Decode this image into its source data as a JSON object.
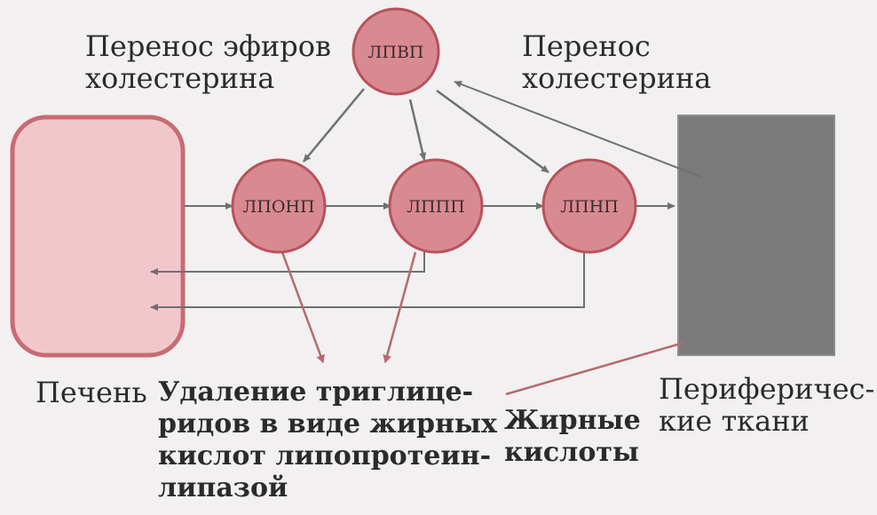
{
  "colors": {
    "liver_fill": "#f2c7cc",
    "liver_stroke": "#c86b74",
    "node_fill": "#d98a91",
    "node_stroke": "#b8525c",
    "tissue_fill": "#7a7a7a",
    "arrow": "#707070",
    "arrow_red": "#b46a70"
  },
  "nodes": {
    "hdl": "ЛПВП",
    "vldl": "ЛПОНП",
    "idl": "ЛППП",
    "ldl": "ЛПНП"
  },
  "labels": {
    "ester_transport": [
      "Перенос эфиров",
      "холестерина"
    ],
    "chol_transport": [
      "Перенос",
      "холестерина"
    ],
    "liver": "Печень",
    "removal": [
      "Удаление тригли­це-",
      "ридов в виде жирных",
      "кислот липопротеин-",
      "липазой"
    ],
    "fatty_acids": [
      "Жирные",
      "кислоты"
    ],
    "peripheral": [
      "Периферичес-",
      "кие ткани"
    ]
  }
}
